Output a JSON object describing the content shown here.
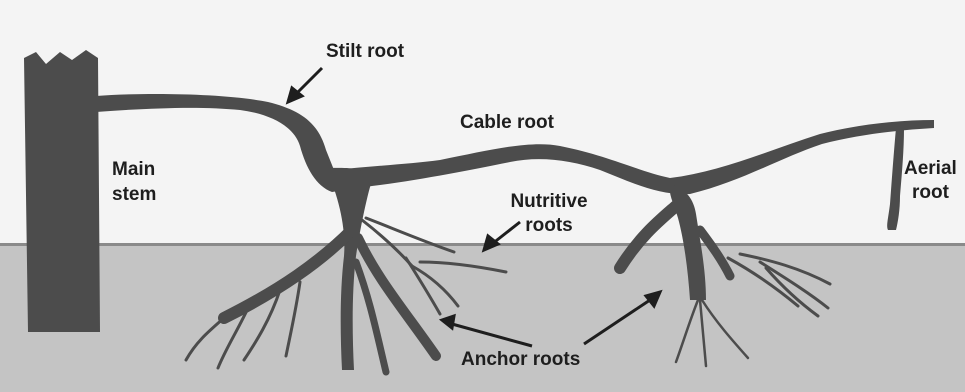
{
  "labels": {
    "stilt_root": "Stilt root",
    "cable_root": "Cable root",
    "main_stem_line1": "Main",
    "main_stem_line2": "stem",
    "nutritive_line1": "Nutritive",
    "nutritive_line2": "roots",
    "aerial_line1": "Aerial",
    "aerial_line2": "root",
    "anchor_roots": "Anchor roots"
  },
  "colors": {
    "sky": "#f4f4f4",
    "soil": "#c4c4c4",
    "root": "#4c4c4c",
    "text": "#1e1e1e"
  }
}
